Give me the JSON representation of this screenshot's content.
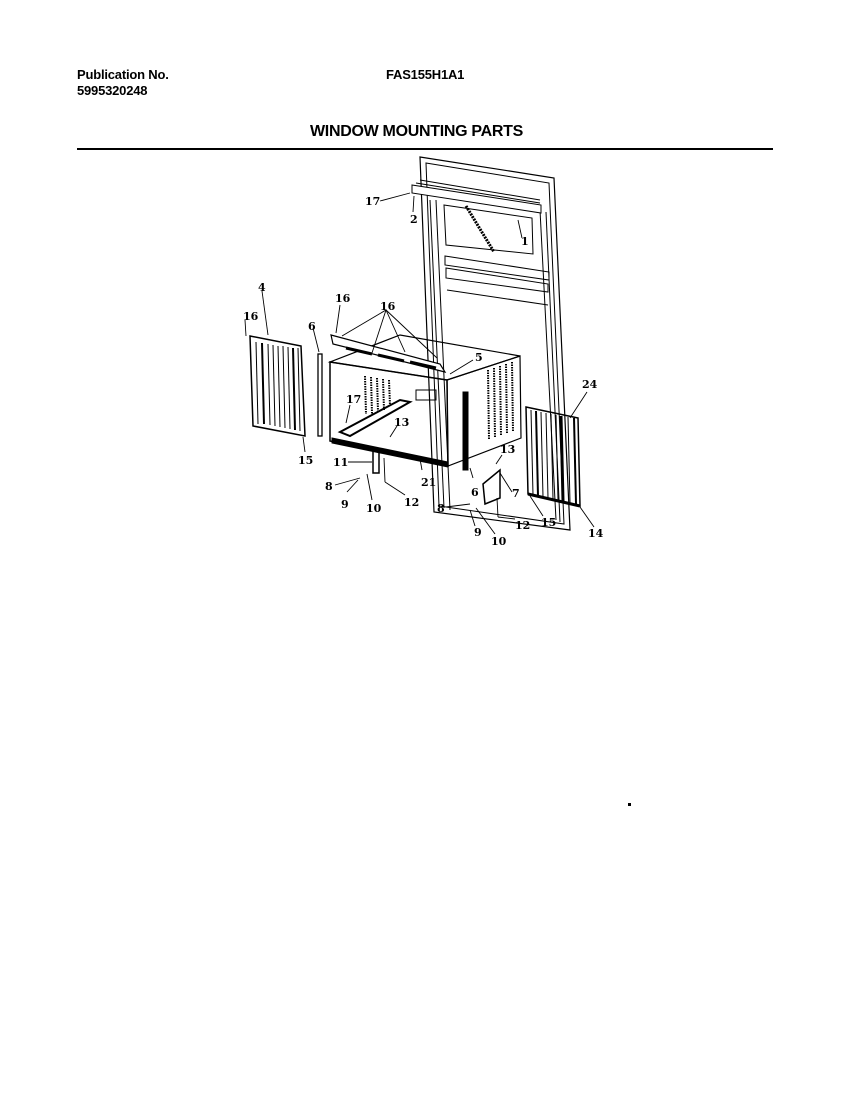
{
  "header": {
    "publication_label": "Publication No.",
    "publication_number": "5995320248",
    "model_number": "FAS155H1A1",
    "section_title": "WINDOW MOUNTING PARTS"
  },
  "diagram": {
    "description": "Exploded view of room air conditioner window mounting parts",
    "callouts": [
      {
        "id": "c17a",
        "label": "17"
      },
      {
        "id": "c2",
        "label": "2"
      },
      {
        "id": "c1",
        "label": "1"
      },
      {
        "id": "c4",
        "label": "4"
      },
      {
        "id": "c16a",
        "label": "16"
      },
      {
        "id": "c16b",
        "label": "16"
      },
      {
        "id": "c6a",
        "label": "6"
      },
      {
        "id": "c16c",
        "label": "16"
      },
      {
        "id": "c5",
        "label": "5"
      },
      {
        "id": "c17b",
        "label": "17"
      },
      {
        "id": "c13a",
        "label": "13"
      },
      {
        "id": "c15a",
        "label": "15"
      },
      {
        "id": "c11",
        "label": "11"
      },
      {
        "id": "c8a",
        "label": "8"
      },
      {
        "id": "c9a",
        "label": "9"
      },
      {
        "id": "c10a",
        "label": "10"
      },
      {
        "id": "c12a",
        "label": "12"
      },
      {
        "id": "c21",
        "label": "21"
      },
      {
        "id": "c6b",
        "label": "6"
      },
      {
        "id": "c13b",
        "label": "13"
      },
      {
        "id": "c7",
        "label": "7"
      },
      {
        "id": "c8b",
        "label": "8"
      },
      {
        "id": "c9b",
        "label": "9"
      },
      {
        "id": "c10b",
        "label": "10"
      },
      {
        "id": "c12b",
        "label": "12"
      },
      {
        "id": "c24",
        "label": "24"
      },
      {
        "id": "c15b",
        "label": "15"
      },
      {
        "id": "c14",
        "label": "14"
      }
    ]
  }
}
